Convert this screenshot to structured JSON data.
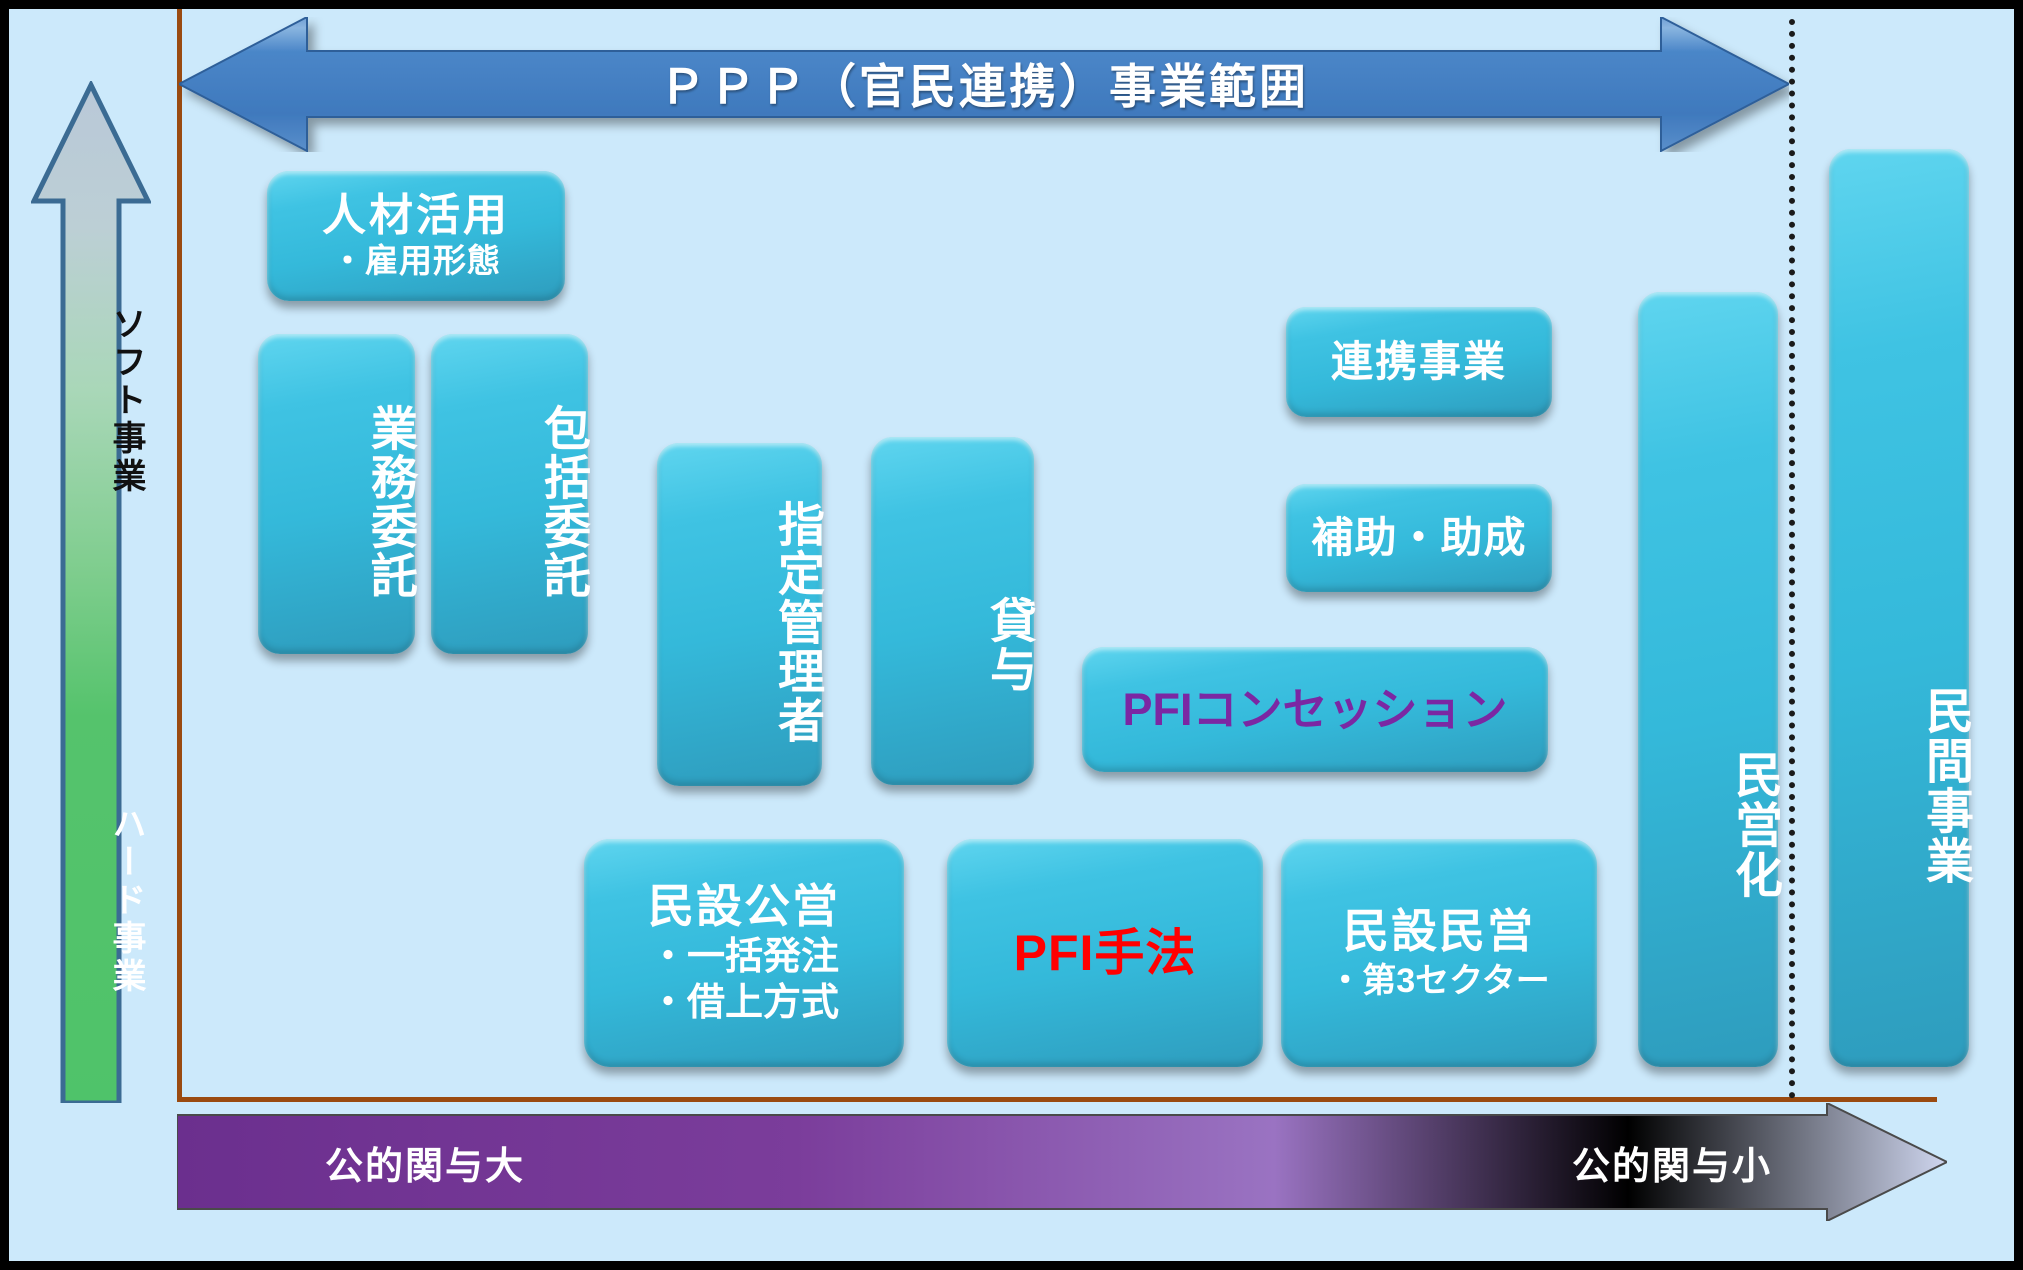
{
  "diagram": {
    "title_arrow": {
      "label": "ＰＰＰ（官民連携）事業範囲"
    },
    "vertical_axis": {
      "top_label": "ソフト事業",
      "bottom_label": "ハード事業"
    },
    "bottom_axis": {
      "left_label": "公的関与大",
      "right_label": "公的関与小"
    },
    "boxes": {
      "jinzai": {
        "line1": "人材活用",
        "line2": "・雇用形態"
      },
      "gyomu_itaku": {
        "line1": "業務委託"
      },
      "hokatsu_itaku": {
        "line1": "包括委託"
      },
      "shitei_kanri": {
        "line1": "指定管理者"
      },
      "taiyo": {
        "line1": "貸与"
      },
      "renkei": {
        "line1": "連携事業"
      },
      "hojo_josei": {
        "line1": "補助・助成"
      },
      "pfi_concession": {
        "line1": "PFIコンセッション"
      },
      "minsetsu_koei": {
        "line1": "民設公営",
        "line2": "・一括発注",
        "line3": "・借上方式"
      },
      "pfi_shuho": {
        "line1": "PFI手法"
      },
      "minsetsu_minei": {
        "line1": "民設民営",
        "line2": "・第3セクター"
      },
      "mineika": {
        "line1": "民営化"
      },
      "minkan_jigyo": {
        "line1": "民間事業"
      }
    },
    "colors": {
      "background": "#cce9fb",
      "box_fill": "#34b9da",
      "ppp_arrow": "#4a86c8",
      "soft_arrow_top": "#b9c8d8",
      "hard_arrow_bottom": "#4fc36a",
      "axis_line": "#9a4a10",
      "bottom_arrow_left": "#6b2f8e",
      "bottom_arrow_right": "#cfd6ef",
      "pfi_concession_text": "#7b27a3",
      "pfi_shuho_text": "#ff0000",
      "box_text": "#ffffff"
    }
  }
}
